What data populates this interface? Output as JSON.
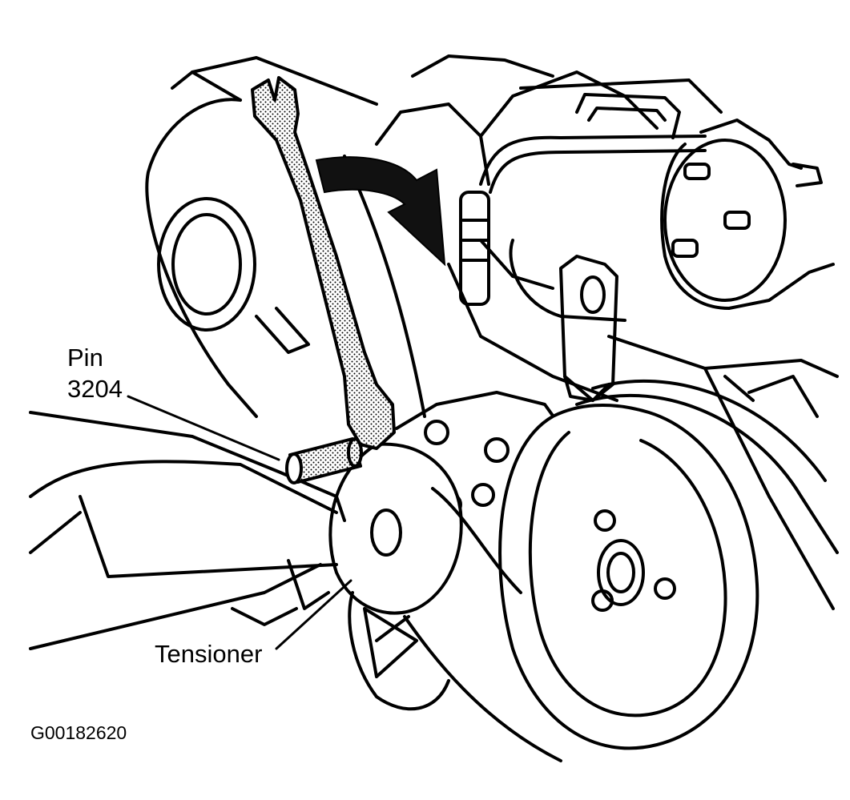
{
  "figure": {
    "labels": {
      "pin": "Pin",
      "pin_number": "3204",
      "tensioner": "Tensioner"
    },
    "figure_code": "G00182620"
  },
  "colors": {
    "line": "#000000",
    "background": "#ffffff",
    "arrow": "#111111"
  }
}
